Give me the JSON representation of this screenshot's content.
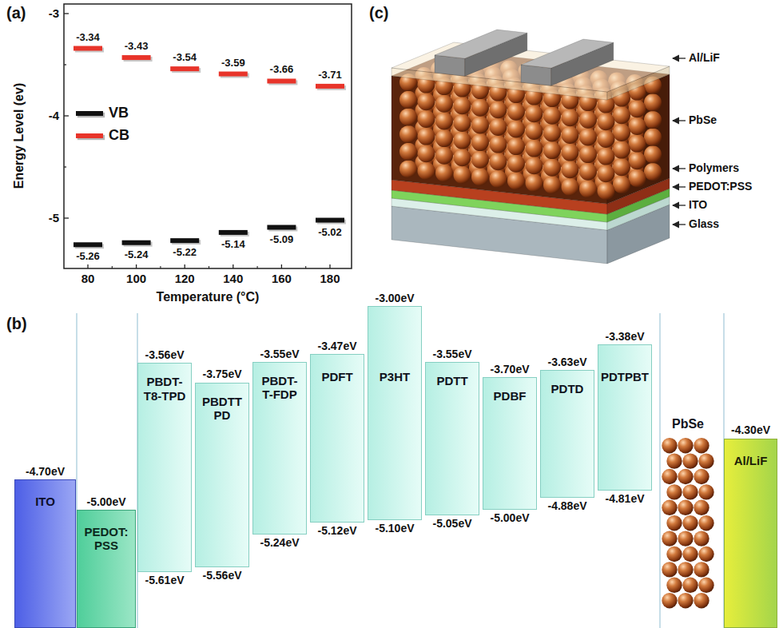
{
  "diagram": {
    "nodes": [
      {
        "text": [
          "-4.70eV",
          "ITO"
        ]
      },
      {
        "text": [
          "-5.00eV",
          "PEDOT: PSS"
        ]
      },
      {
        "text": [
          "-3.56eV",
          "PBDT- T8-TPD",
          "-5.61eV"
        ]
      },
      {
        "text": [
          "-3.75eV",
          "PBDTT PD",
          "-5.56eV"
        ]
      },
      {
        "text": [
          "-3.55eV",
          "PBDT- T-FDP",
          "-5.24eV"
        ]
      },
      {
        "text": [
          "-3.47eV",
          "PDFT",
          "-5.12eV"
        ]
      },
      {
        "text": [
          "-3.00eV",
          "P3HT",
          "-5.10eV"
        ]
      },
      {
        "text": [
          "-3.55eV",
          "PDTT",
          "-5.05eV"
        ]
      },
      {
        "text": [
          "-3.70eV",
          "PDBF",
          "-5.00eV"
        ]
      },
      {
        "text": [
          "-3.63eV",
          "PDTD",
          "-4.88eV"
        ]
      },
      {
        "text": [
          "-3.38eV",
          "PDTPBT",
          "-4.81eV"
        ]
      },
      {
        "text": [
          "PbSe"
        ]
      },
      {
        "text": [
          "-4.30eV",
          "Al/LiF"
        ]
      }
    ],
    "labels": [
      "(a)",
      "-3",
      "-4",
      "-5",
      "Energy Level (ev)",
      "80",
      "100",
      "120",
      "140",
      "160",
      "180",
      "Temperature (°C)",
      "-3.34",
      "-3.43",
      "-3.54",
      "-3.59",
      "-3.66",
      "-3.71",
      "-5.26",
      "-5.24",
      "-5.22",
      "-5.14",
      "-5.09",
      "-5.02",
      "(c)",
      "Al/LiF",
      "PbSe",
      "Polymers",
      "PEDOT:PSS",
      "ITO",
      "Glass",
      "(b)"
    ],
    "legend": [
      {
        "text": "VB",
        "color": "#111111"
      },
      {
        "text": "CB",
        "color": "#e8342a"
      }
    ]
  }
}
